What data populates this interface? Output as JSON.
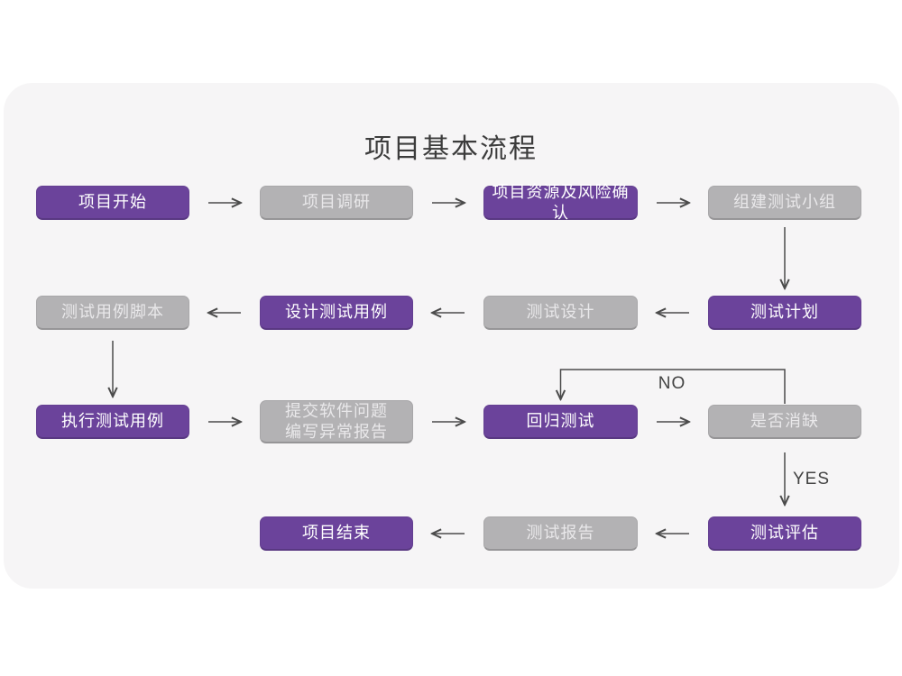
{
  "title": "项目基本流程",
  "decision_labels": {
    "no": "NO",
    "yes": "YES"
  },
  "colors": {
    "purple_node": "#6b439b",
    "gray_node": "#b3b2b4",
    "node_text": "#ffffff",
    "card_background": "#f6f5f6",
    "page_background": "#ffffff",
    "arrow": "#4b4b4b",
    "title_text": "#3c3c3c"
  },
  "nodes": [
    {
      "label": "项目开始",
      "variant": "purple"
    },
    {
      "label": "项目调研",
      "variant": "gray"
    },
    {
      "label": "项目资源及风险确认",
      "variant": "purple"
    },
    {
      "label": "组建测试小组",
      "variant": "gray"
    },
    {
      "label": "测试用例脚本",
      "variant": "gray"
    },
    {
      "label": "设计测试用例",
      "variant": "purple"
    },
    {
      "label": "测试设计",
      "variant": "gray"
    },
    {
      "label": "测试计划",
      "variant": "purple"
    },
    {
      "label": "执行测试用例",
      "variant": "purple"
    },
    {
      "label_lines": [
        "提交软件问题",
        "编写异常报告"
      ],
      "variant": "gray"
    },
    {
      "label": "回归测试",
      "variant": "purple"
    },
    {
      "label": "是否消缺",
      "variant": "gray"
    },
    {
      "label": "项目结束",
      "variant": "purple"
    },
    {
      "label": "测试报告",
      "variant": "gray"
    },
    {
      "label": "测试评估",
      "variant": "purple"
    }
  ],
  "edges": [
    {
      "from": "项目开始",
      "to": "项目调研"
    },
    {
      "from": "项目调研",
      "to": "项目资源及风险确认"
    },
    {
      "from": "项目资源及风险确认",
      "to": "组建测试小组"
    },
    {
      "from": "组建测试小组",
      "to": "测试计划"
    },
    {
      "from": "测试计划",
      "to": "测试设计"
    },
    {
      "from": "测试设计",
      "to": "设计测试用例"
    },
    {
      "from": "设计测试用例",
      "to": "测试用例脚本"
    },
    {
      "from": "测试用例脚本",
      "to": "执行测试用例"
    },
    {
      "from": "执行测试用例",
      "to": "提交软件问题 编写异常报告"
    },
    {
      "from": "提交软件问题 编写异常报告",
      "to": "回归测试"
    },
    {
      "from": "回归测试",
      "to": "是否消缺"
    },
    {
      "from": "是否消缺",
      "to": "回归测试",
      "label": "NO"
    },
    {
      "from": "是否消缺",
      "to": "测试评估",
      "label": "YES"
    },
    {
      "from": "测试评估",
      "to": "测试报告"
    },
    {
      "from": "测试报告",
      "to": "项目结束"
    }
  ]
}
